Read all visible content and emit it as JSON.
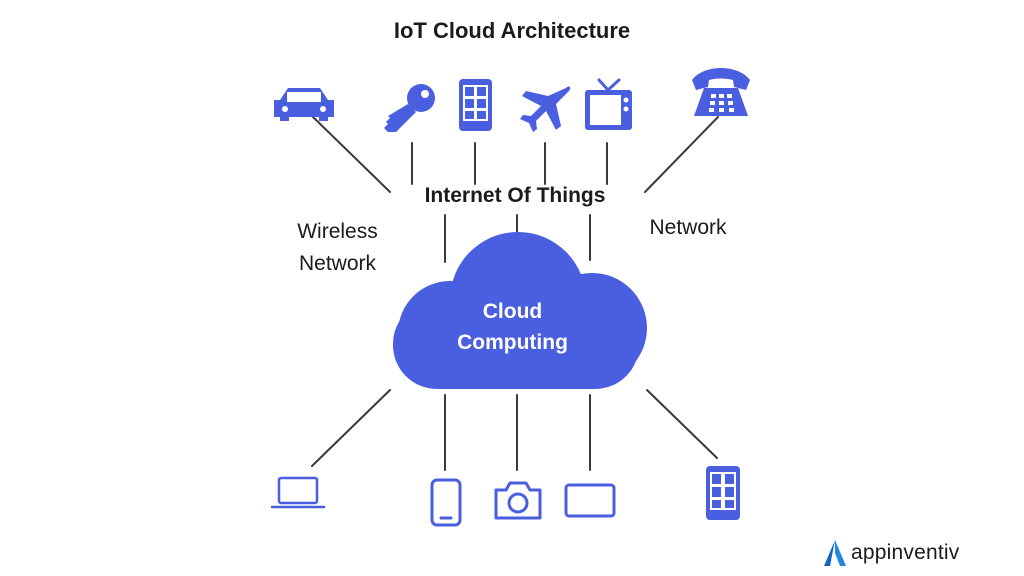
{
  "title": "IoT Cloud Architecture",
  "labels": {
    "internet_of_things": "Internet Of Things",
    "wireless_network": [
      "Wireless",
      "Network"
    ],
    "network": "Network",
    "cloud": [
      "Cloud",
      "Computing"
    ]
  },
  "logo": {
    "text": "appinventiv"
  },
  "colors": {
    "accent": "#4a5ee0",
    "cloud": "#4a5ee0",
    "line": "#3a3a3a",
    "text": "#1b1b1b",
    "logo_blue": "#1e88e5"
  },
  "icons": {
    "top": [
      "car-icon",
      "key-icon",
      "tablet-icon",
      "airplane-icon",
      "tv-icon",
      "telephone-icon"
    ],
    "bottom": [
      "laptop-icon",
      "smartphone-icon",
      "camera-icon",
      "monitor-icon",
      "tablet-icon"
    ]
  }
}
